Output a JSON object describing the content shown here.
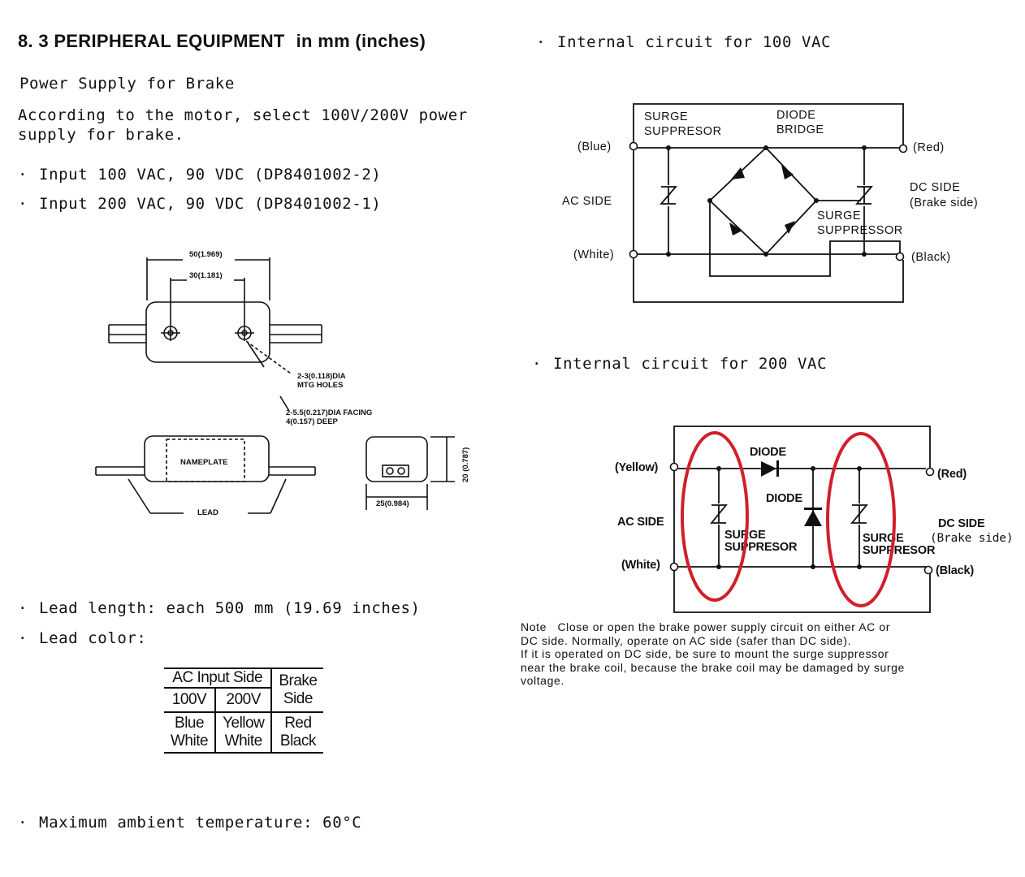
{
  "header": {
    "section": "8. 3",
    "title": "PERIPHERAL EQUIPMENT",
    "unit": "in mm (inches)"
  },
  "left": {
    "subtitle": "Power Supply for Brake",
    "intro_line1": "According to the motor, select 100V/200V power",
    "intro_line2": "supply for brake.",
    "inputs": [
      "Input 100 VAC, 90 VDC (DP8401002-2)",
      "Input 200 VAC, 90 VDC (DP8401002-1)"
    ],
    "dimensions": {
      "width_label": "50(1.969)",
      "pitch_label": "30(1.181)",
      "mtg_holes": "2-3(0.118)DIA",
      "mtg_holes_caption": "MTG HOLES",
      "facing": "2-5.5(0.217)DIA FACING",
      "facing_depth": "4(0.157) DEEP",
      "nameplate": "NAMEPLATE",
      "lead": "LEAD",
      "height_label": "20 (0.787)",
      "depth_label": "25(0.984)"
    },
    "lead_length": "Lead length: each 500 mm (19.69 inches)",
    "lead_color": "Lead color:",
    "lead_table": {
      "ac_header": "AC Input Side",
      "brake_header_1": "Brake",
      "brake_header_2": "Side",
      "col_100": "100V",
      "col_200": "200V",
      "c100_1": "Blue",
      "c100_2": "White",
      "c200_1": "Yellow",
      "c200_2": "White",
      "brake_1": "Red",
      "brake_2": "Black"
    },
    "max_temp": "Maximum ambient temperature: 60°C"
  },
  "circuit100": {
    "title": "Internal circuit for 100 VAC",
    "surge_1": "SURGE",
    "surge_2": "SUPPRESOR",
    "diode_1": "DIODE",
    "diode_2": "BRIDGE",
    "blue": "(Blue)",
    "white": "(White)",
    "red": "(Red)",
    "black": "(Black)",
    "ac_side": "AC SIDE",
    "dc_side": "DC SIDE",
    "brake_side": "(Brake side)",
    "surge_right_1": "SURGE",
    "surge_right_2": "SUPPRESSOR"
  },
  "circuit200": {
    "title": "Internal circuit for 200 VAC",
    "yellow": "(Yellow)",
    "white": "(White)",
    "red": "(Red)",
    "black": "(Black)",
    "ac_side": "AC SIDE",
    "dc_side": "DC SIDE",
    "brake_side": "(Brake side)",
    "diode_top": "DIODE",
    "diode_mid": "DIODE",
    "surge_l1": "SURGE",
    "surge_l2": "SUPPRESOR",
    "surge_r1": "SURGE",
    "surge_r2": "SUPPRESOR",
    "highlight_color": "#d0202a"
  },
  "note": {
    "label": "Note",
    "l1": "Close or open the brake power supply circuit on either AC or",
    "l2": "DC side. Normally, operate on AC side (safer than DC side).",
    "l3": "If it is operated on DC side, be sure to mount the surge suppressor",
    "l4": "near the brake coil, because the brake coil may be damaged by surge",
    "l5": "voltage."
  }
}
